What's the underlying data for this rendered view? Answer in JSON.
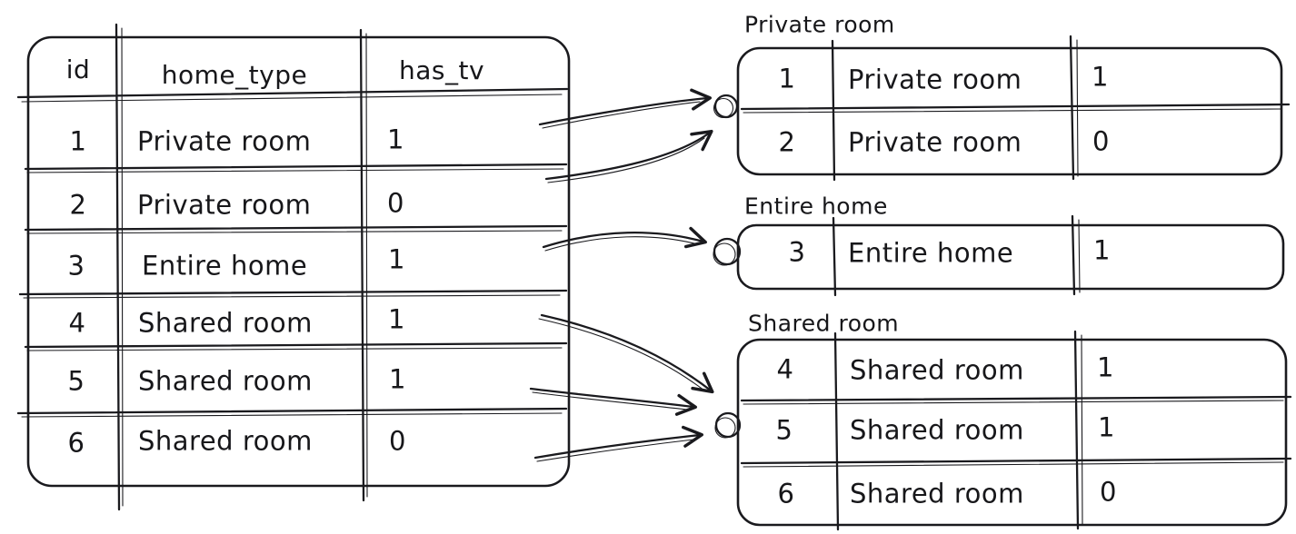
{
  "canvas": {
    "background": "#ffffff",
    "ink_color": "#1a1a1e"
  },
  "source_table": {
    "columns": [
      "id",
      "home_type",
      "has_tv"
    ],
    "rows": [
      {
        "id": "1",
        "home_type": "Private room",
        "has_tv": "1"
      },
      {
        "id": "2",
        "home_type": "Private room",
        "has_tv": "0"
      },
      {
        "id": "3",
        "home_type": "Entire home",
        "has_tv": "1"
      },
      {
        "id": "4",
        "home_type": "Shared room",
        "has_tv": "1"
      },
      {
        "id": "5",
        "home_type": "Shared room",
        "has_tv": "1"
      },
      {
        "id": "6",
        "home_type": "Shared room",
        "has_tv": "0"
      }
    ]
  },
  "groups": [
    {
      "label": "Private room",
      "rows": [
        {
          "id": "1",
          "home_type": "Private room",
          "has_tv": "1"
        },
        {
          "id": "2",
          "home_type": "Private room",
          "has_tv": "0"
        }
      ]
    },
    {
      "label": "Entire home",
      "rows": [
        {
          "id": "3",
          "home_type": "Entire home",
          "has_tv": "1"
        }
      ]
    },
    {
      "label": "Shared room",
      "rows": [
        {
          "id": "4",
          "home_type": "Shared room",
          "has_tv": "1"
        },
        {
          "id": "5",
          "home_type": "Shared room",
          "has_tv": "1"
        },
        {
          "id": "6",
          "home_type": "Shared room",
          "has_tv": "0"
        }
      ]
    }
  ]
}
